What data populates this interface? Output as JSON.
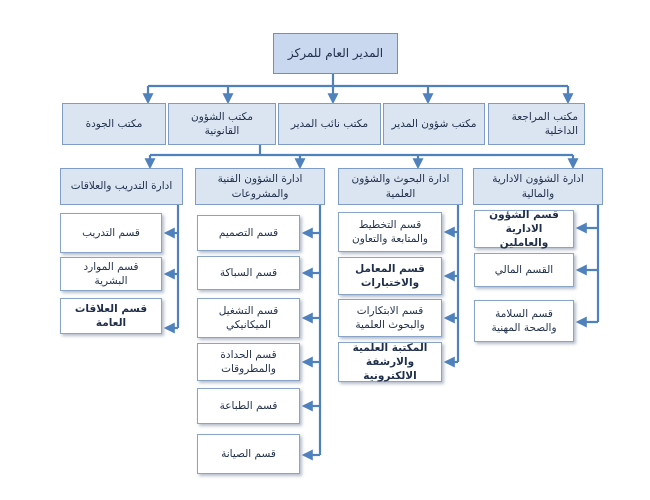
{
  "director": "المدير العام للمركز",
  "offices": [
    {
      "id": "internal-audit-office",
      "label": "مكتب المراجعة الداخلية"
    },
    {
      "id": "director-affairs-office",
      "label": "مكتب شؤون المدير"
    },
    {
      "id": "deputy-director-office",
      "label": "مكتب نائب المدير"
    },
    {
      "id": "legal-affairs-office",
      "label": "مكتب الشؤون القانونية"
    },
    {
      "id": "quality-office",
      "label": "مكتب الجودة"
    }
  ],
  "departments": [
    {
      "label": "ادارة الشؤون الادارية والمالية",
      "sections": [
        "قسم الشؤون الادارية والعاملين",
        "القسم المالي",
        "قسم السلامة والصحة المهنية"
      ]
    },
    {
      "label": "ادارة البحوث والشؤون العلمية",
      "sections": [
        "قسم التخطيط والمتابعة والتعاون",
        "قسم المعامل والاختبارات",
        "قسم الابتكارات والبحوث العلمية",
        "المكتبة العلمية والارشفة الالكترونية"
      ]
    },
    {
      "label": "ادارة الشؤون الفنية والمشروعات",
      "sections": [
        "قسم التصميم",
        "قسم السباكة",
        "قسم التشغيل الميكانيكي",
        "قسم الحدادة والمطروقات",
        "قسم الطباعة",
        "قسم الصيانة"
      ]
    },
    {
      "label": "ادارة التدريب والعلاقات",
      "sections": [
        "قسم التدريب",
        "قسم الموارد البشرية",
        "قسم العلاقات العامة"
      ]
    }
  ],
  "colors": {
    "connector": "#4f81bd",
    "box_fill": "#dbe5f1",
    "box_border": "#7f9cc4",
    "section_fill": "#ffffff"
  }
}
